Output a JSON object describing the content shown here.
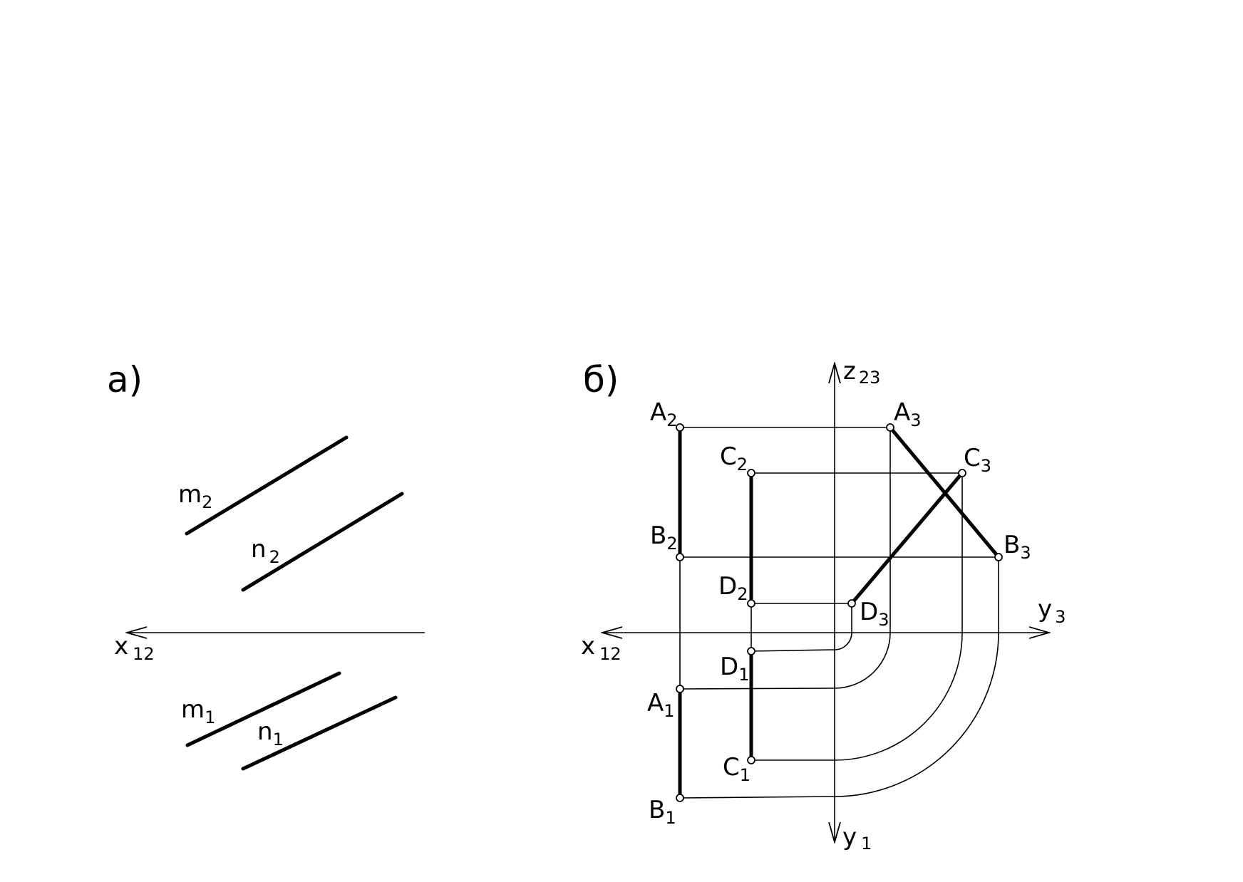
{
  "panel_a": {
    "label": "а)",
    "axis": {
      "name": "x",
      "sub": "12"
    },
    "lines": [
      {
        "name": "m",
        "sub": "2"
      },
      {
        "name": "n",
        "sub": "2"
      },
      {
        "name": "m",
        "sub": "1"
      },
      {
        "name": "n",
        "sub": "1"
      }
    ]
  },
  "panel_b": {
    "label": "б)",
    "axes": {
      "z": {
        "name": "z",
        "sub": "23"
      },
      "y3": {
        "name": "y",
        "sub": "3"
      },
      "x": {
        "name": "x",
        "sub": "12"
      },
      "y1": {
        "name": "y",
        "sub": "1"
      }
    },
    "points": {
      "A2": {
        "name": "A",
        "sub": "2"
      },
      "B2": {
        "name": "B",
        "sub": "2"
      },
      "C2": {
        "name": "C",
        "sub": "2"
      },
      "D2": {
        "name": "D",
        "sub": "2"
      },
      "A3": {
        "name": "A",
        "sub": "3"
      },
      "B3": {
        "name": "B",
        "sub": "3"
      },
      "C3": {
        "name": "C",
        "sub": "3"
      },
      "D3": {
        "name": "D",
        "sub": "3"
      },
      "A1": {
        "name": "A",
        "sub": "1"
      },
      "B1": {
        "name": "B",
        "sub": "1"
      },
      "C1": {
        "name": "C",
        "sub": "1"
      },
      "D1": {
        "name": "D",
        "sub": "1"
      }
    }
  }
}
